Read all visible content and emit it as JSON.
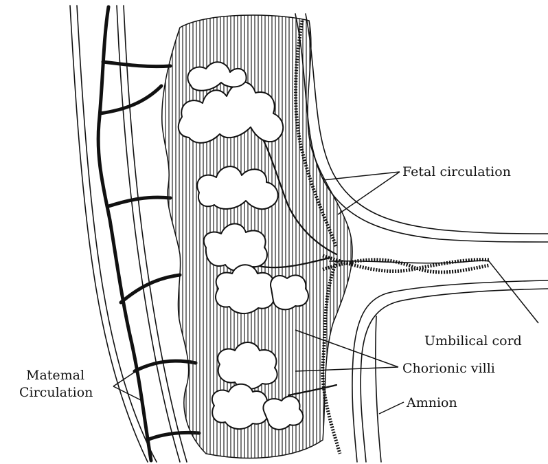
{
  "labels": {
    "fetal_circulation": "Fetal circulation",
    "umbilical_cord": "Umbilical cord",
    "chorionic_villi": "Chorionic villi",
    "maternal_circulation_line1": "Matemal",
    "maternal_circulation_line2": "Circulation",
    "amnion": "Amnion"
  },
  "colors": {
    "ink": "#111111",
    "background": "#ffffff"
  }
}
